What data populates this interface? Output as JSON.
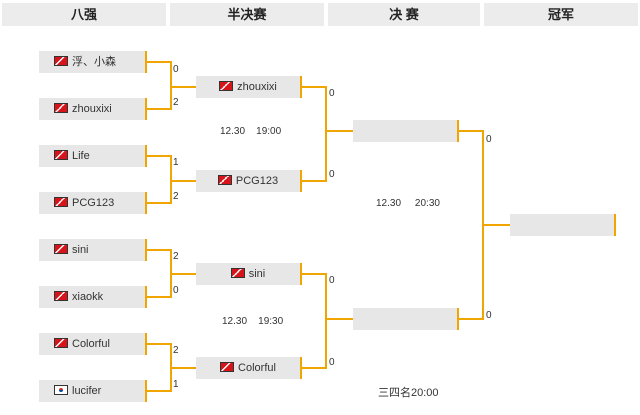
{
  "headers": [
    "八强",
    "半决赛",
    "决 赛",
    "冠军"
  ],
  "quarterfinals": [
    {
      "name": "浮、小森",
      "flag": "red",
      "score": "0"
    },
    {
      "name": "zhouxixi",
      "flag": "red",
      "score": "2"
    },
    {
      "name": "Life",
      "flag": "red",
      "score": "1"
    },
    {
      "name": "PCG123",
      "flag": "red",
      "score": "2"
    },
    {
      "name": "sini",
      "flag": "red",
      "score": "2"
    },
    {
      "name": "xiaokk",
      "flag": "red",
      "score": "0"
    },
    {
      "name": "Colorful",
      "flag": "red",
      "score": "2"
    },
    {
      "name": "lucifer",
      "flag": "korea",
      "score": "1"
    }
  ],
  "semifinals": [
    {
      "name": "zhouxixi",
      "flag": "red",
      "score": "0"
    },
    {
      "name": "PCG123",
      "flag": "red",
      "score": "0"
    },
    {
      "name": "sini",
      "flag": "red",
      "score": "0"
    },
    {
      "name": "Colorful",
      "flag": "red",
      "score": "0"
    }
  ],
  "final": [
    {
      "name": "",
      "score": "0"
    },
    {
      "name": "",
      "score": "0"
    }
  ],
  "champion": {
    "name": ""
  },
  "times": {
    "semi_top": "12.30    19:00",
    "semi_bottom": "12.30    19:30",
    "final": "12.30     20:30",
    "third_place": "三四名20:00"
  },
  "colors": {
    "bracket_line": "#f0a500",
    "box_bg": "#e8e7e8",
    "header_bg": "#ececec"
  }
}
